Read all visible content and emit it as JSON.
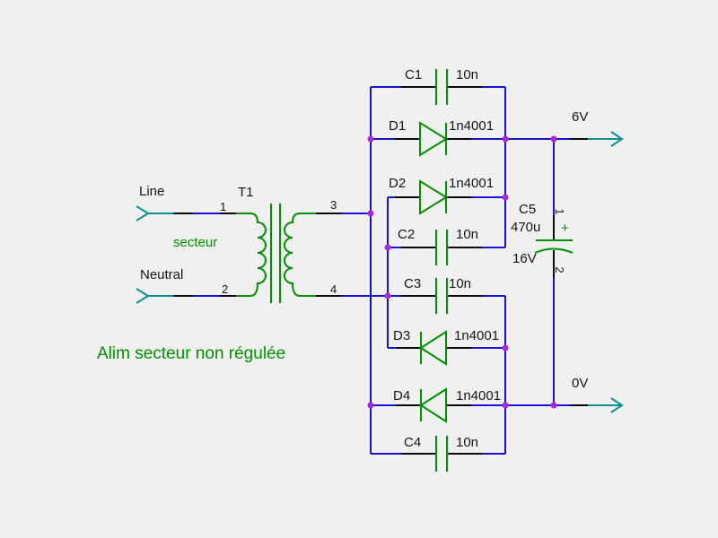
{
  "diagram": {
    "type": "power-supply-schematic",
    "title": "Alim secteur non régulée",
    "colors": {
      "background": "#F0F0F0",
      "wire_blue": "#1414CE",
      "component_green": "#009100",
      "port_teal": "#0F9090",
      "junction_purple": "#A62BE0",
      "pin_black": "#0a0a0a",
      "label_black": "#161616"
    },
    "ports": {
      "line": {
        "label": "Line"
      },
      "neutral": {
        "label": "Neutral"
      },
      "v6": {
        "label": "6V"
      },
      "v0": {
        "label": "0V"
      }
    },
    "transformer": {
      "ref": "T1",
      "winding_label": "secteur",
      "pins": {
        "p1": "1",
        "p2": "2",
        "p3": "3",
        "p4": "4"
      }
    },
    "capacitors": {
      "c1": {
        "ref": "C1",
        "value": "10n"
      },
      "c2": {
        "ref": "C2",
        "value": "10n"
      },
      "c3": {
        "ref": "C3",
        "value": "10n"
      },
      "c4": {
        "ref": "C4",
        "value": "10n"
      },
      "c5": {
        "ref": "C5",
        "value": "470u",
        "rating": "16V",
        "polarity": "+",
        "pins": {
          "p1": "1",
          "p2": "2"
        }
      }
    },
    "diodes": {
      "d1": {
        "ref": "D1",
        "value": "1n4001"
      },
      "d2": {
        "ref": "D2",
        "value": "1n4001"
      },
      "d3": {
        "ref": "D3",
        "value": "1n4001"
      },
      "d4": {
        "ref": "D4",
        "value": "1n4001"
      }
    }
  }
}
